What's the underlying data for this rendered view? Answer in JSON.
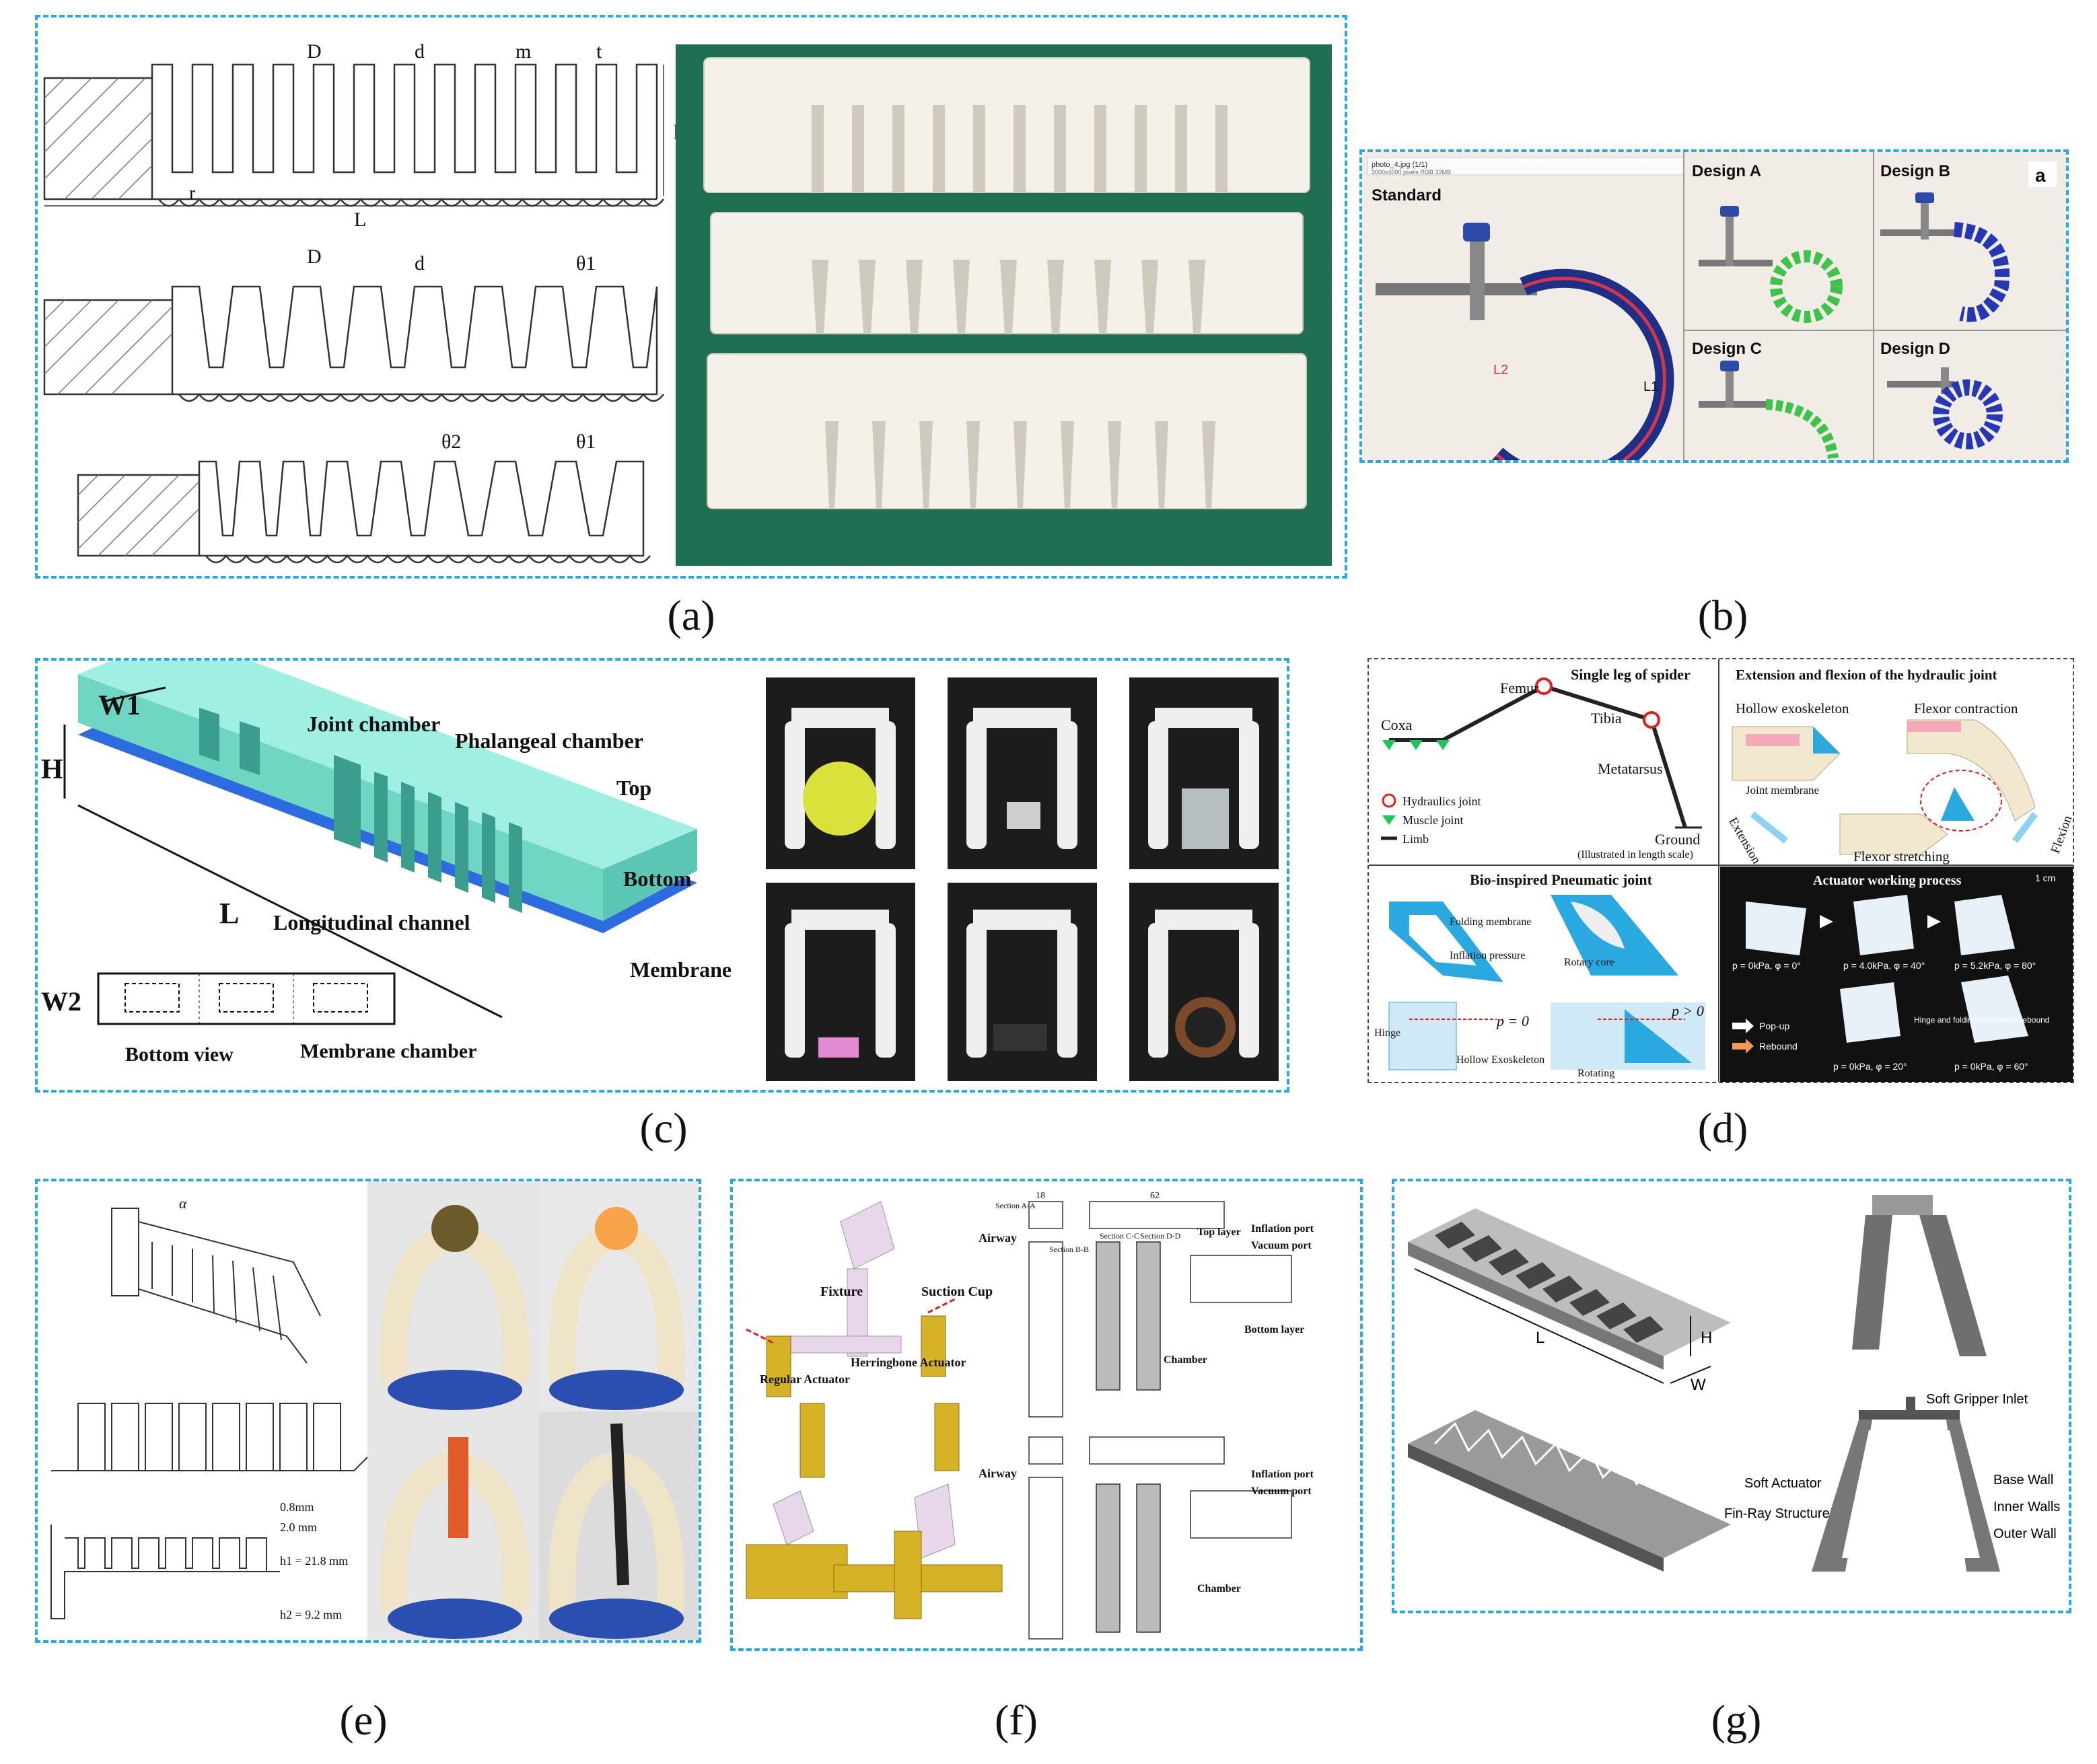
{
  "captions": {
    "a": "(a)",
    "b": "(b)",
    "c": "(c)",
    "d": "(d)",
    "e": "(e)",
    "f": "(f)",
    "g": "(g)"
  },
  "panel_a": {
    "dims_row1": [
      "D",
      "d",
      "m",
      "t",
      "h",
      "r",
      "L"
    ],
    "dims_row2": [
      "D",
      "d",
      "θ1"
    ],
    "dims_row3": [
      "θ2",
      "θ1"
    ]
  },
  "panel_b": {
    "standard": "Standard",
    "design_a": "Design A",
    "design_b": "Design B",
    "design_c": "Design C",
    "design_d": "Design D",
    "corner": "a",
    "l1": "L1",
    "l2": "L2",
    "window_title": "photo_4.jpg (1/1)",
    "window_info": "3000x4000 pixels RGB 32MB"
  },
  "panel_c": {
    "w1": "W1",
    "h": "H",
    "l": "L",
    "w2": "W2",
    "joint_chamber": "Joint chamber",
    "phalangeal_chamber": "Phalangeal\nchamber",
    "top": "Top",
    "bottom": "Bottom",
    "membrane": "Membrane",
    "longitudinal_channel": "Longitudinal\nchannel",
    "bottom_view": "Bottom view",
    "membrane_chamber": "Membrane\nchamber"
  },
  "panel_d": {
    "title1": "Single leg of spider",
    "femur": "Femur",
    "coxa": "Coxa",
    "tibia": "Tibia",
    "metatarsus": "Metatarsus",
    "ground": "Ground",
    "legend_hydraulics": "Hydraulics joint",
    "legend_muscle": "Muscle joint",
    "legend_limb": "Limb",
    "scale_note": "(Illustrated in length scale)",
    "title2": "Extension and flexion of the hydraulic joint",
    "hollow_exo": "Hollow exoskeleton",
    "flexor_contraction": "Flexor contraction",
    "joint_membrane": "Joint membrane",
    "extension": "Extension",
    "flexion": "Flexion",
    "flexor_stretching": "Flexor stretching",
    "title3": "Bio-inspired Pneumatic joint",
    "folding_membrane": "Folding membrane",
    "inflation_pressure": "Inflation pressure",
    "rotary_core": "Rotary core",
    "hinge": "Hinge",
    "hollow_exoskeleton": "Hollow Exoskeleton",
    "rotating": "Rotating",
    "p_zero": "p = 0",
    "p_pos": "p > 0",
    "title4": "Actuator working process",
    "scale": "1 cm",
    "state1": "p = 0kPa, φ = 0°",
    "state2": "p = 4.0kPa, φ = 40°",
    "state3": "p = 5.2kPa, φ = 80°",
    "state4": "p = 0kPa, φ = 60°",
    "state5": "p = 0kPa, φ = 20°",
    "popup": "Pop-up",
    "rebound": "Rebound",
    "hinge_note": "Hinge and folding membrane rebound"
  },
  "panel_e": {
    "alpha": "α",
    "h1": "h1 = 21.8 mm",
    "h2": "h2 = 9.2 mm",
    "dim1": "2.0 mm",
    "dim2": "0.8mm"
  },
  "panel_f": {
    "fixture": "Fixture",
    "suction_cup": "Suction Cup",
    "regular_actuator": "Regular\nActuator",
    "herringbone_actuator": "Herringbone\nActuator",
    "airway": "Airway",
    "top_layer": "Top layer",
    "inflation_port": "Inflation port",
    "vacuum_port": "Vacuum port",
    "chamber": "Chamber",
    "bottom_layer": "Bottom layer",
    "section_aa": "Section\nA-A",
    "section_bb": "Section\nB-B",
    "section_cc": "Section\nC-C",
    "section_dd": "Section\nD-D",
    "dim18": "18",
    "dim62": "62"
  },
  "panel_g": {
    "l": "L",
    "w": "W",
    "h": "H",
    "soft_gripper_inlet": "Soft Gripper Inlet",
    "soft_actuator": "Soft Actuator",
    "base_wall": "Base Wall",
    "fin_ray": "Fin-Ray Structure",
    "inner_walls": "Inner Walls",
    "outer_wall": "Outer Wall"
  },
  "colors": {
    "dashed_border": "#29a9e0",
    "green_background": "#1f6f52",
    "cyan_top": "#7fe0d0",
    "pink_bottom": "#e87a8a",
    "blue_membrane": "#2d6be0",
    "spider_blue": "#29a9e0",
    "dark_panel": "#111111",
    "yellow_actuator": "#d6b227"
  }
}
